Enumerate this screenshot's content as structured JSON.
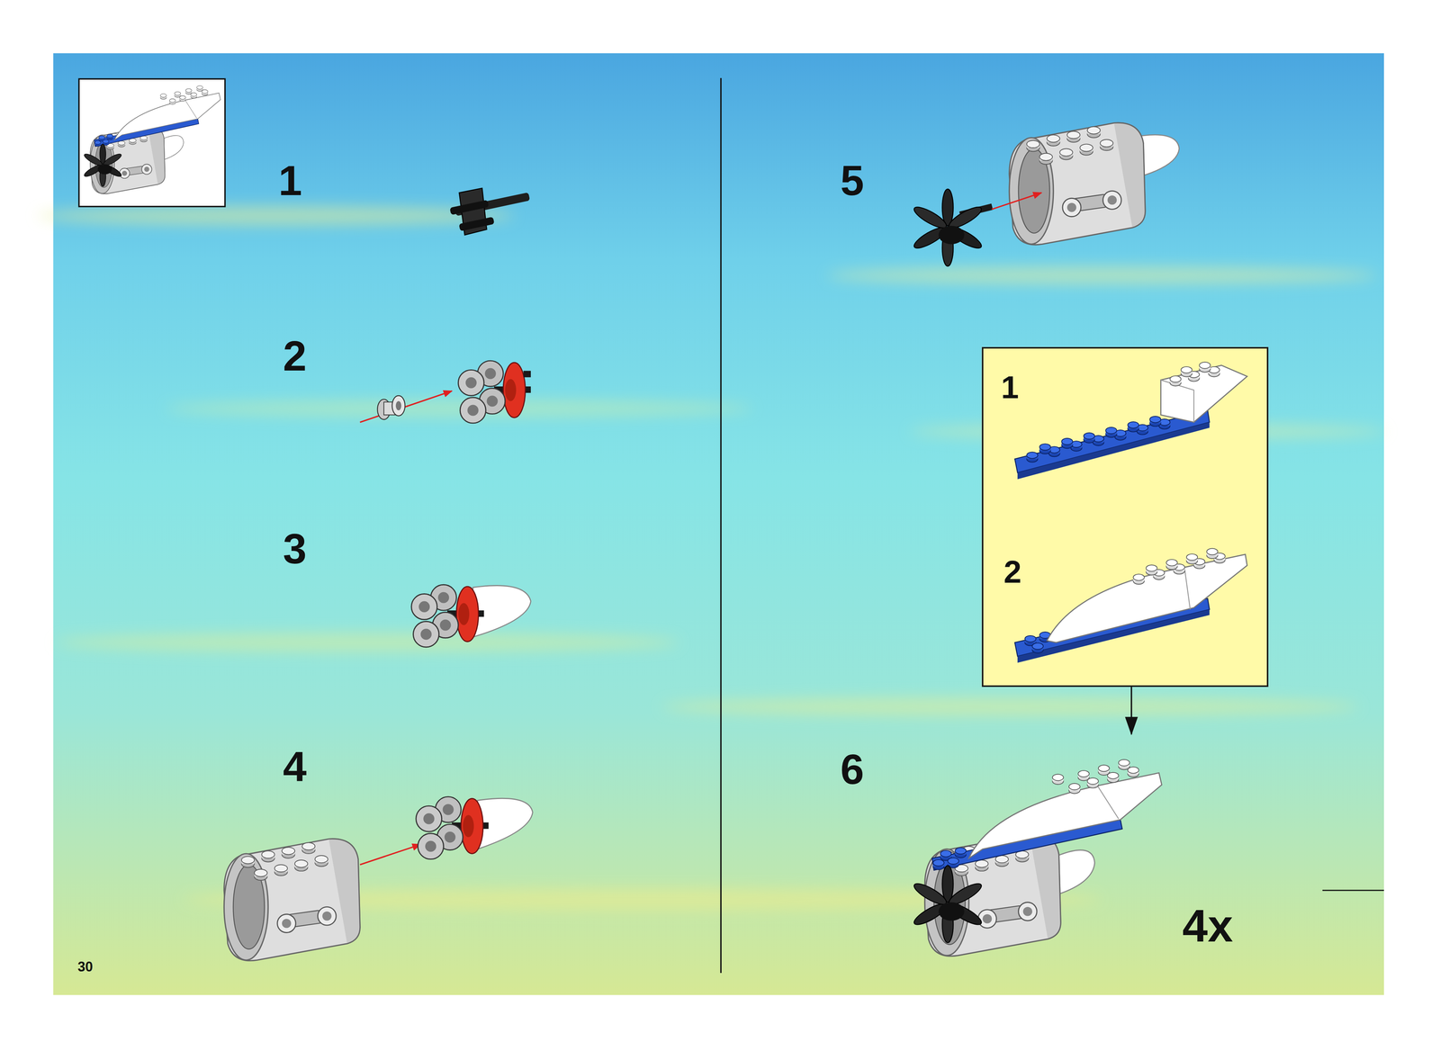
{
  "diagram": {
    "nodes": [
      {
        "text": [
          "1",
          "2"
        ]
      }
    ],
    "labels": [
      "1",
      "2",
      "3",
      "4",
      "5",
      "6",
      "4x",
      "30"
    ]
  }
}
